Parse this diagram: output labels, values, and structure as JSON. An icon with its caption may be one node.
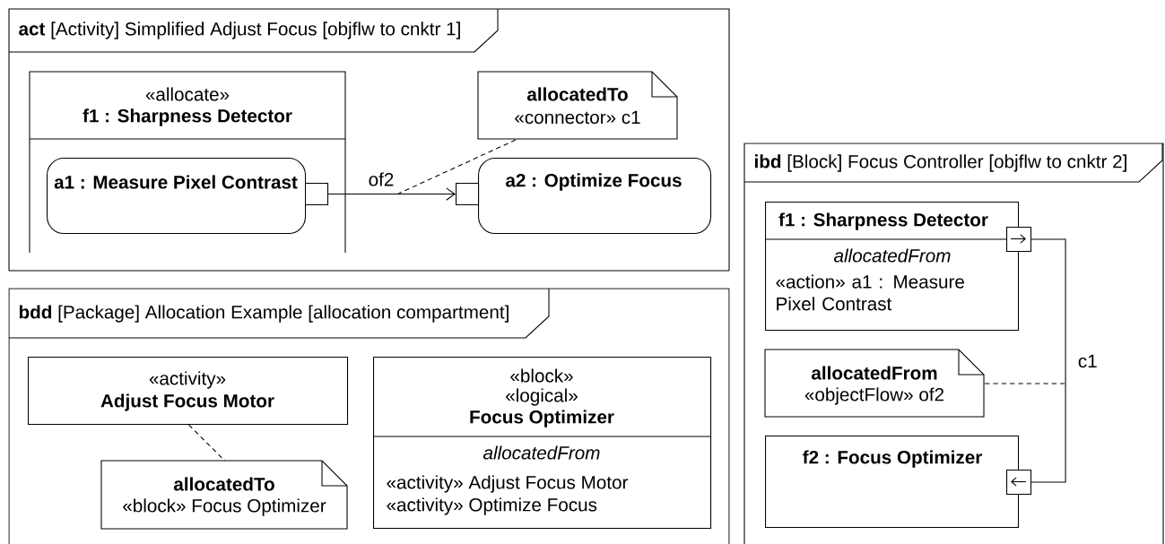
{
  "diagram": {
    "nodes": [
      {
        "text": [
          "**act** [Activity] Simplified Adjust Focus [objflw to cnktr 1]"
        ]
      },
      {
        "text": [
          "«allocate»",
          "f1 : Sharpness Detector"
        ],
        "in": 0
      },
      {
        "text": [
          "a1 : Measure Pixel Contrast"
        ],
        "in": 1
      },
      {
        "text": [],
        "shape": "box",
        "in": 1
      },
      {
        "text": [
          "a2 : Optimize Focus"
        ],
        "in": 0
      },
      {
        "text": [],
        "shape": "box",
        "in": 0
      },
      {
        "text": [
          "allocatedTo",
          "«connector» c1"
        ],
        "in": 0
      },
      {
        "text": [
          "**bdd** [Package] Allocation Example [allocation compartment]"
        ]
      },
      {
        "text": [
          "«activity»",
          "Adjust Focus Motor"
        ],
        "in": 7
      },
      {
        "text": [
          "allocatedTo",
          "«block» Focus Optimizer"
        ],
        "in": 7
      },
      {
        "text": [
          "«block»",
          "«logical»",
          "Focus Optimizer",
          "allocatedFrom",
          "«activity» Adjust Focus Motor",
          "«activity» Optimize Focus"
        ],
        "in": 7
      },
      {
        "text": [
          "**ibd** [Block] Focus Controller [objflw to cnktr 2]"
        ]
      },
      {
        "text": [
          "f1 : Sharpness Detector",
          "allocatedFrom",
          "«action» a1 : Measure Pixel Contrast"
        ],
        "in": 11
      },
      {
        "text": [],
        "shape": "box",
        "in": 11
      },
      {
        "text": [
          "allocatedFrom",
          "«objectFlow» of2"
        ],
        "in": 11
      },
      {
        "text": [
          "f2 : Focus Optimizer"
        ],
        "in": 11
      },
      {
        "text": [],
        "shape": "box",
        "in": 11
      }
    ],
    "edges": [
      {
        "from": 3,
        "to": 5,
        "arrow": "to",
        "label": "of2"
      },
      {
        "from": 6,
        "to": null,
        "arrow": "none",
        "style": "dashed"
      },
      {
        "from": 8,
        "to": 9,
        "arrow": "none",
        "style": "dashed"
      },
      {
        "from": 13,
        "to": 16,
        "arrow": "none",
        "label": "c1"
      },
      {
        "from": 14,
        "to": null,
        "arrow": "none",
        "style": "dashed"
      }
    ]
  }
}
